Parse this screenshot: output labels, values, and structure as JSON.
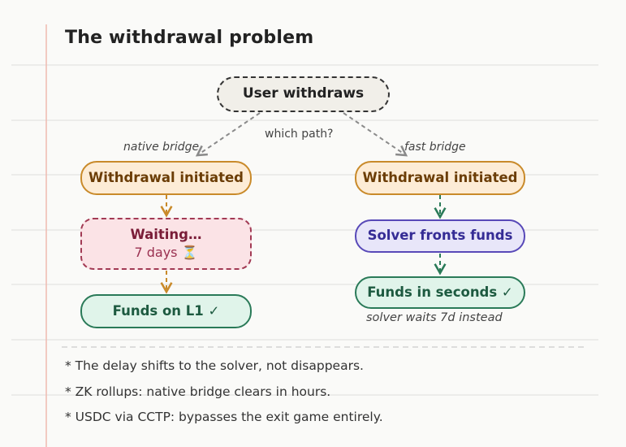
{
  "title": "The withdrawal problem",
  "root": {
    "label": "User withdraws"
  },
  "branch_question": "which path?",
  "left": {
    "edge_label": "native bridge",
    "step1": "Withdrawal initiated",
    "wait_title": "Waiting…",
    "wait_sub": "7 days ⏳",
    "result": "Funds on L1 ✓"
  },
  "right": {
    "edge_label": "fast bridge",
    "step1": "Withdrawal initiated",
    "step2": "Solver fronts funds",
    "result": "Funds in seconds ✓",
    "result_note": "solver waits 7d instead"
  },
  "notes": [
    "* The delay shifts to the solver, not disappears.",
    "* ZK rollups: native bridge clears in hours.",
    "* USDC via CCTP: bypasses the exit game entirely."
  ],
  "colors": {
    "paper": "#fafaf8",
    "rule": "#dddddd",
    "margin": "#efb9b0",
    "grey_edge": "#8a8a8a",
    "orange_edge": "#c98a2a",
    "green_edge": "#2a7a58"
  }
}
